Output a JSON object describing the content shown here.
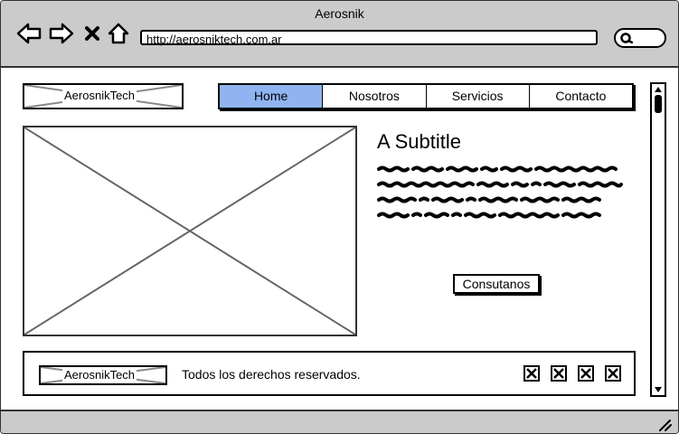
{
  "window": {
    "title": "Aerosnik"
  },
  "browser": {
    "url": "http://aerosniktech.com.ar"
  },
  "header": {
    "logo_text": "AerosnikTech"
  },
  "nav": {
    "tabs": [
      {
        "label": "Home",
        "active": true
      },
      {
        "label": "Nosotros",
        "active": false
      },
      {
        "label": "Servicios",
        "active": false
      },
      {
        "label": "Contacto",
        "active": false
      }
    ]
  },
  "main": {
    "subtitle": "A Subtitle",
    "cta_label": "Consutanos"
  },
  "footer": {
    "logo_text": "AerosnikTech",
    "copyright": "Todos los derechos reservados.",
    "social_icons": [
      "placeholder-icon",
      "placeholder-icon",
      "placeholder-icon",
      "placeholder-icon"
    ]
  },
  "colors": {
    "chrome": "#cbcbcb",
    "active_tab": "#8fb4f0",
    "ink": "#000000"
  }
}
